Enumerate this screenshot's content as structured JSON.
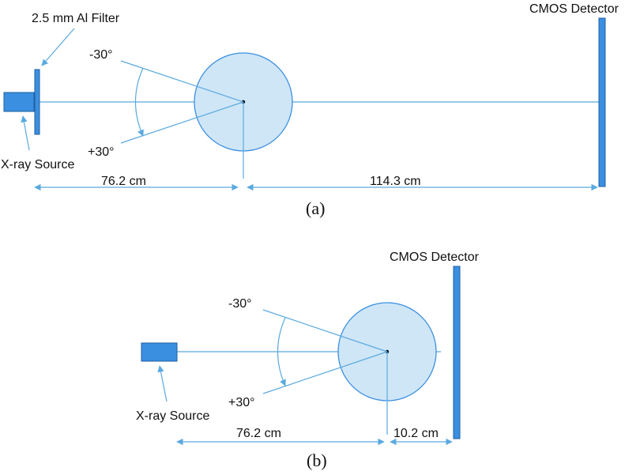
{
  "colors": {
    "component": "#3b8fe0",
    "line": "#5aa9df",
    "phantom_fill": "#cfe6f7",
    "phantom_stroke": "#3b8fe0",
    "text": "#111111"
  },
  "panel_a": {
    "filter_label": "2.5 mm Al Filter",
    "detector_label": "CMOS Detector",
    "source_label": "X-ray Source",
    "angle_neg": "-30°",
    "angle_pos": "+30°",
    "distance_source": "76.2 cm",
    "distance_detector": "114.3 cm",
    "caption": "(a)"
  },
  "panel_b": {
    "detector_label": "CMOS Detector",
    "source_label": "X-ray Source",
    "angle_neg": "-30°",
    "angle_pos": "+30°",
    "distance_source": "76.2 cm",
    "distance_detector": "10.2 cm",
    "caption": "(b)"
  }
}
